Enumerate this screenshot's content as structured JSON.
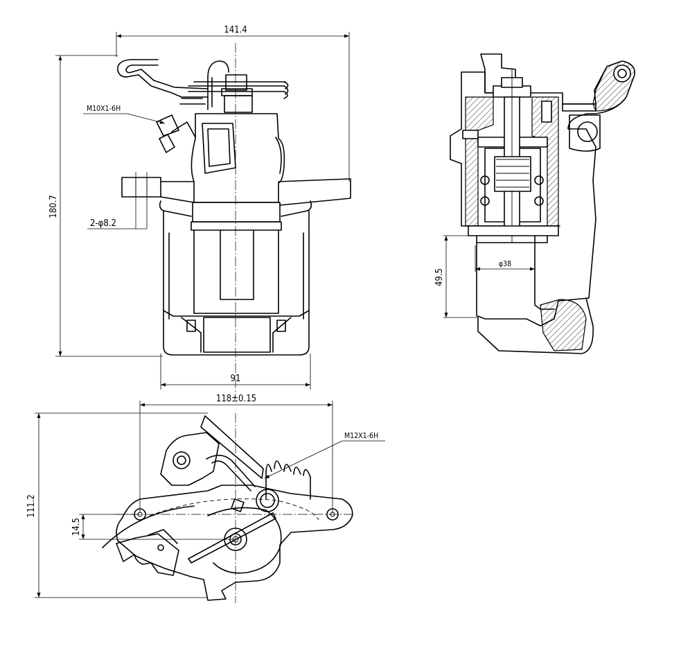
{
  "dimensions": {
    "front_width": "141.4",
    "front_height": "180.7",
    "thread_side": "M10X1-6H",
    "holes": "2-φ8.2",
    "bottom_width": "91",
    "piston_dia": "φ38",
    "piston_height": "49.5",
    "top_width": "118±0.15",
    "top_height": "111.2",
    "top_offset": "14.5",
    "thread_top": "M12X1-6H"
  }
}
